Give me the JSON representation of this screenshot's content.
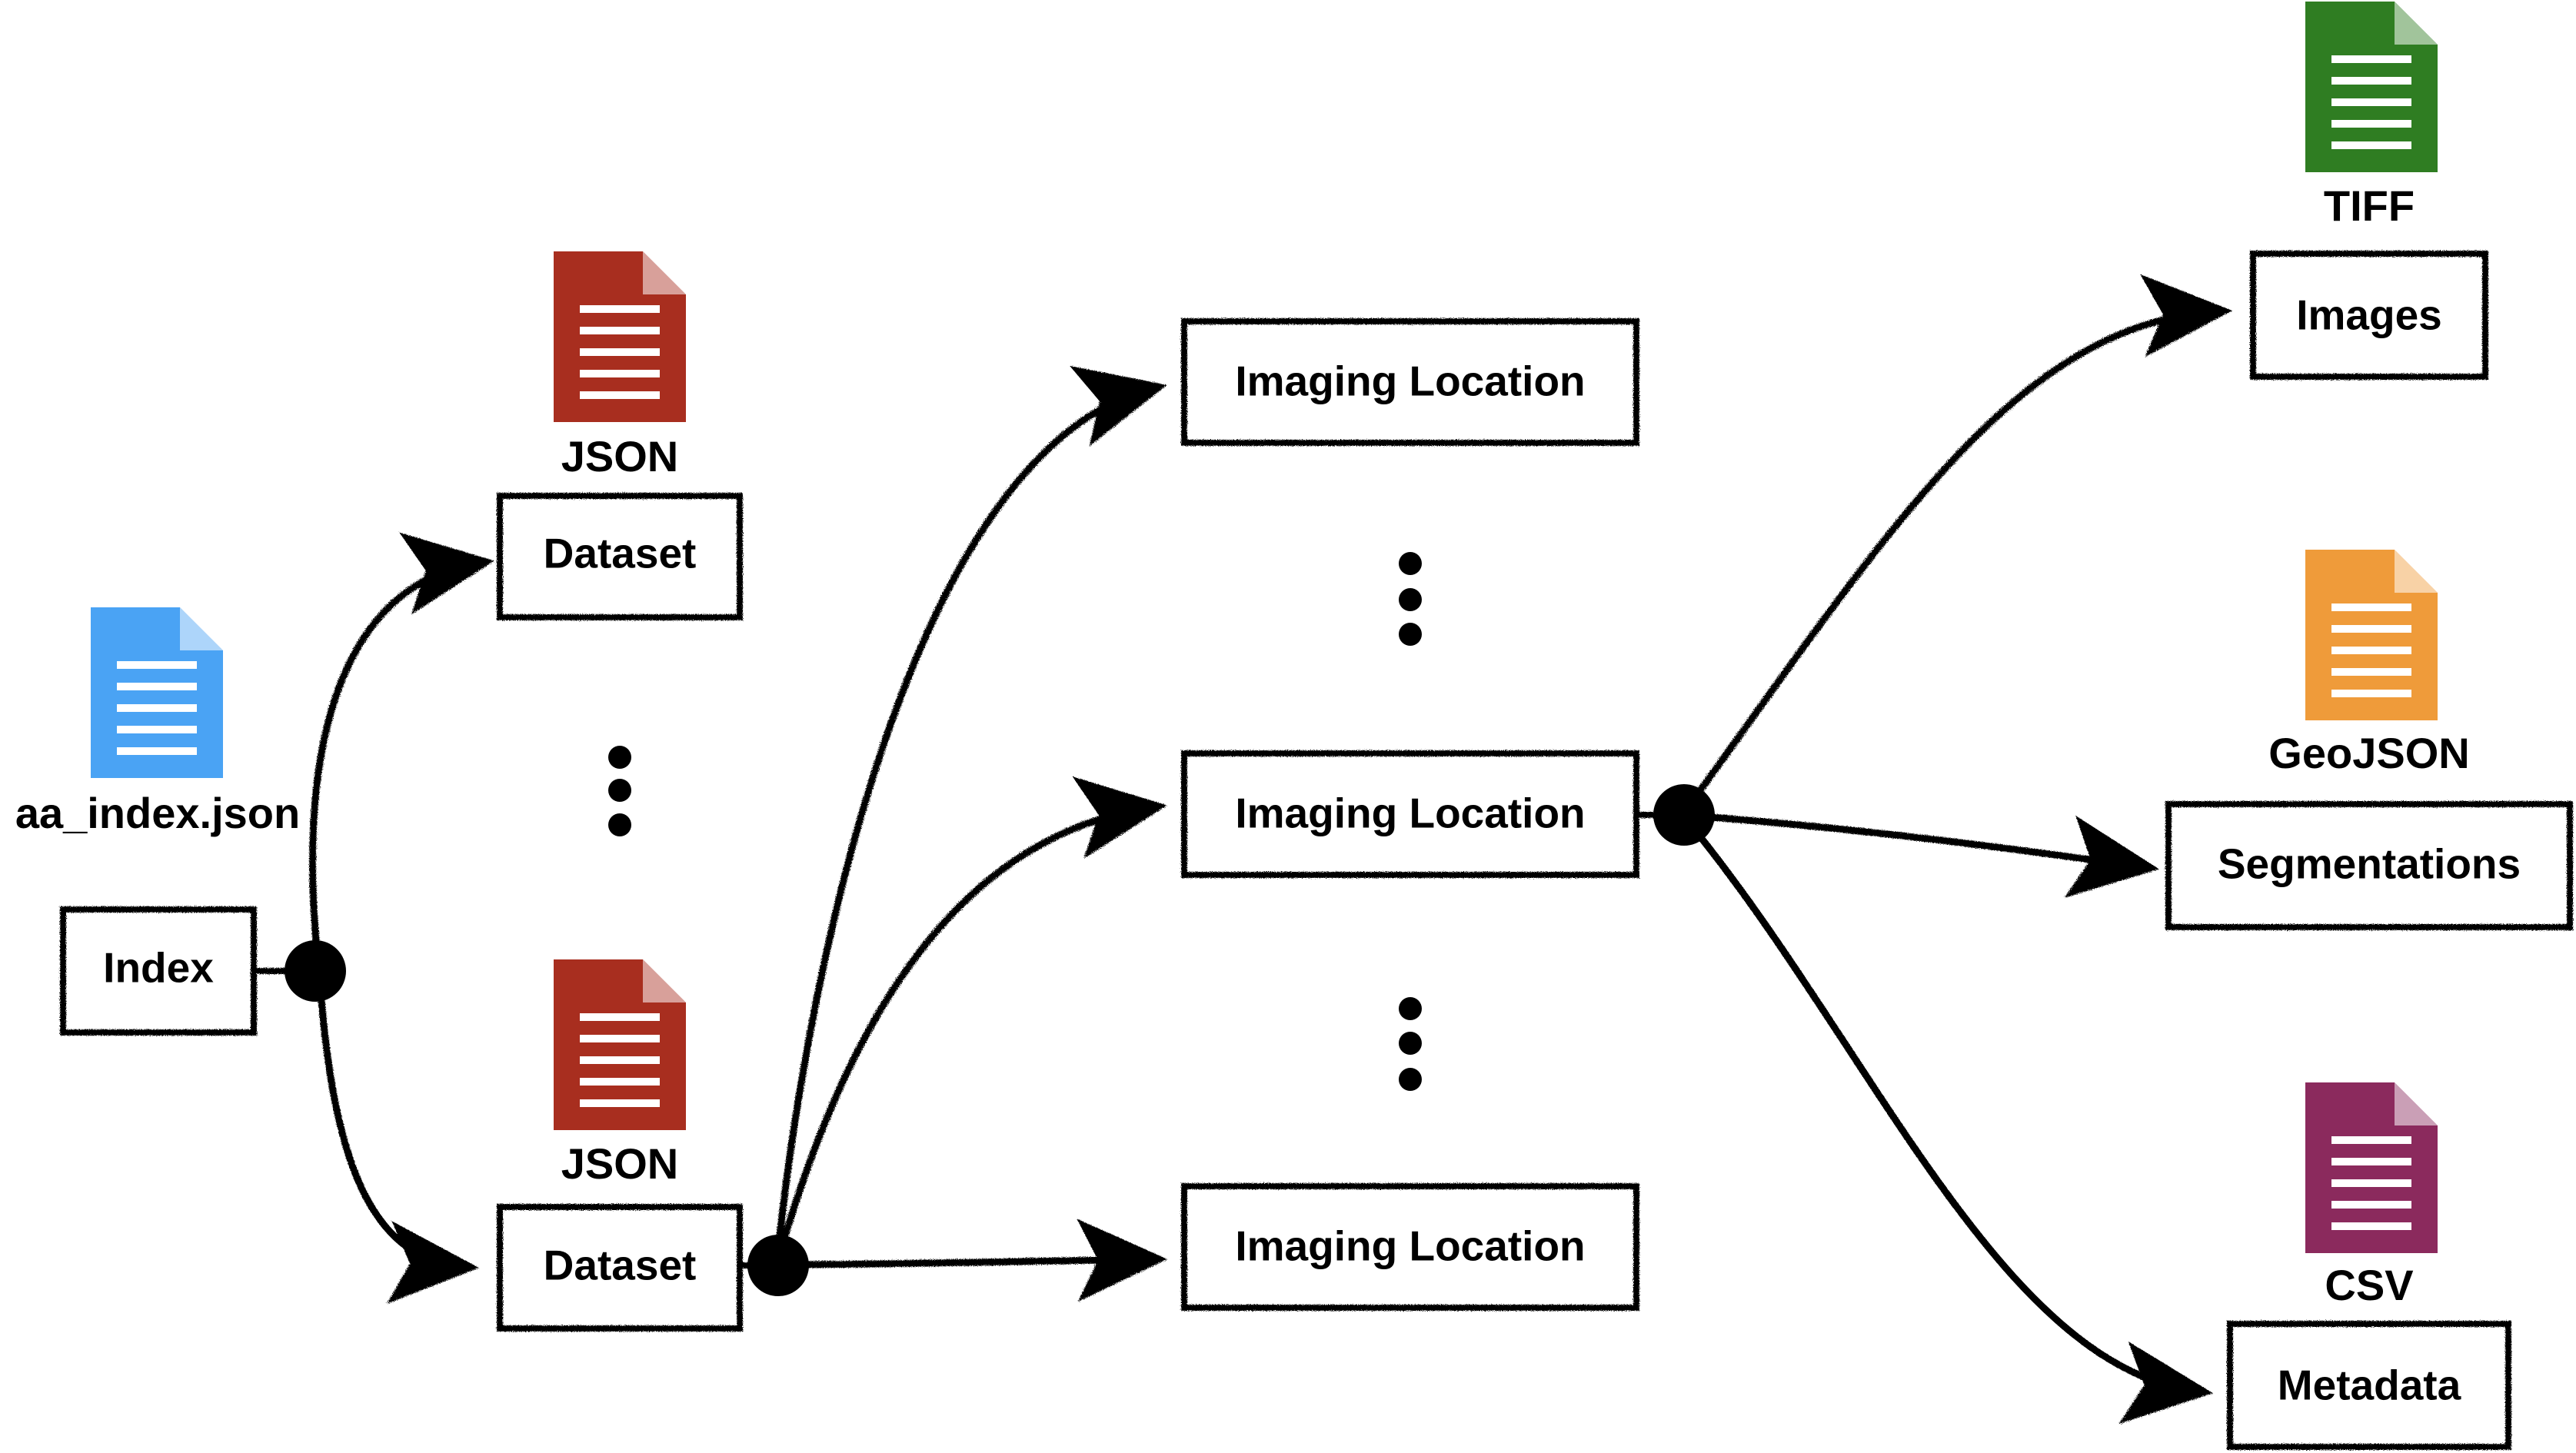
{
  "colors": {
    "ink": "#000000",
    "json_index": "#4aa3f4",
    "json_dataset": "#a82e1f",
    "tiff": "#2f7d22",
    "geojson": "#ef9b3a",
    "csv": "#8b2a5d"
  },
  "nodes": {
    "index": "Index",
    "dataset_top": "Dataset",
    "dataset_bottom": "Dataset",
    "imaging_top": "Imaging Location",
    "imaging_middle": "Imaging Location",
    "imaging_bottom": "Imaging Location",
    "images": "Images",
    "segmentations": "Segmentations",
    "metadata": "Metadata"
  },
  "files": {
    "index_file": {
      "label": "aa_index.json",
      "icon": "document-icon"
    },
    "dataset_top_file": {
      "label": "JSON",
      "icon": "document-icon"
    },
    "dataset_bottom_file": {
      "label": "JSON",
      "icon": "document-icon"
    },
    "images_file": {
      "label": "TIFF",
      "icon": "document-icon"
    },
    "segmentations_file": {
      "label": "GeoJSON",
      "icon": "document-icon"
    },
    "metadata_file": {
      "label": "CSV",
      "icon": "document-icon"
    }
  },
  "ellipses": [
    "vertical-ellipsis",
    "vertical-ellipsis",
    "vertical-ellipsis"
  ]
}
